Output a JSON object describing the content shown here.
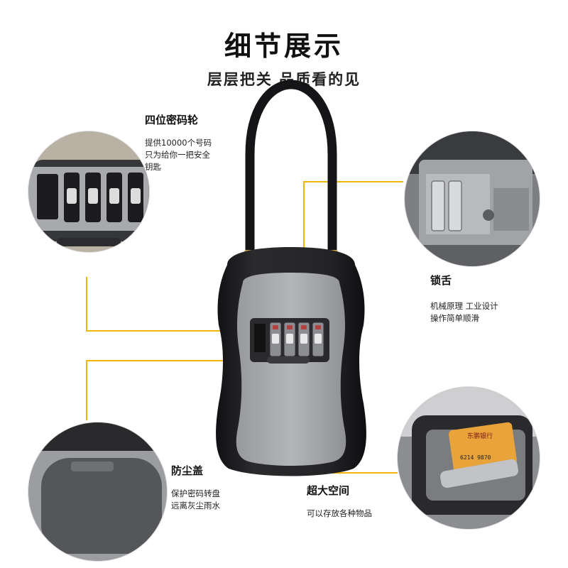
{
  "page": {
    "title": "细节展示",
    "subtitle": "层层把关 品质看的见"
  },
  "features": {
    "combo_wheel": {
      "title": "四位密码轮",
      "desc_line1": "提供10000个号码",
      "desc_line2": "只为给你一把安全",
      "desc_line3": "钥匙"
    },
    "latch": {
      "title": "锁舌",
      "desc_line1": "机械原理 工业设计",
      "desc_line2": "操作简单顺滑"
    },
    "dust_cover": {
      "title": "防尘盖",
      "desc_line1": "保护密码转盘",
      "desc_line2": "远离灰尘雨水"
    },
    "storage": {
      "title": "超大空间",
      "desc_line1": "可以存放各种物品"
    }
  },
  "card": {
    "line1": "东鹏银行",
    "line2": "6214 9870"
  },
  "colors": {
    "accent": "#f2b705",
    "case_black": "#1c1c1e",
    "panel_gray": "#a9abae"
  }
}
